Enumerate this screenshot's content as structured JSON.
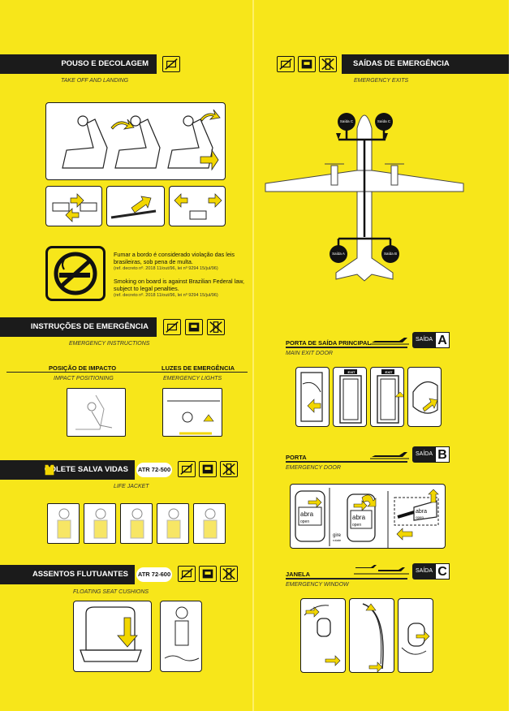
{
  "colors": {
    "card_yellow": "#f7e61a",
    "bar_black": "#1b1b1b",
    "white": "#ffffff",
    "arrow_yellow": "#f2d600"
  },
  "takeoff": {
    "title": "POUSO E DECOLAGEM",
    "subtitle": "TAKE OFF AND LANDING"
  },
  "smoking": {
    "pt_text": "Fumar a bordo é considerado violação das leis brasileiras, sob pena de multa.",
    "pt_ref": "(ref. decreto nº. 2018 11/out/96, lei nº 9294 15/jul/96)",
    "en_text": "Smoking on board is against Brazilian Federal law, subject to legal penalties.",
    "en_ref": "(ref. decreto nº. 2018 11/out/96, lei nº 9294 15/jul/96)"
  },
  "emergency": {
    "title": "INSTRUÇÕES DE EMERGÊNCIA",
    "subtitle": "EMERGENCY INSTRUCTIONS",
    "impact_title": "POSIÇÃO DE IMPACTO",
    "impact_sub": "IMPACT POSITIONING",
    "lights_title": "LUZES DE EMERGÊNCIA",
    "lights_sub": "EMERGENCY LIGHTS"
  },
  "lifejacket": {
    "title": "COLETE SALVA VIDAS",
    "model": "ATR 72-500",
    "subtitle": "LIFE JACKET"
  },
  "cushions": {
    "title": "ASSENTOS FLUTUANTES",
    "model": "ATR 72-600",
    "subtitle": "FLOATING SEAT CUSHIONS"
  },
  "exits": {
    "title": "SAÍDAS DE EMERGÊNCIA",
    "subtitle": "EMERGENCY EXITS",
    "plane_labels": {
      "top_left": "Saída C",
      "top_right": "Saída C",
      "bottom_left": "Saída A",
      "bottom_right": "Saída B"
    }
  },
  "exit_a": {
    "title": "PORTA DE SAÍDA PRINCIPAL",
    "subtitle": "MAIN EXIT DOOR",
    "badge": "SAÍDA",
    "letter": "A",
    "exit_sign": "EXIT"
  },
  "exit_b": {
    "title": "PORTA",
    "subtitle": "EMERGENCY DOOR",
    "badge": "SAÍDA",
    "letter": "B",
    "open_pt": "abra",
    "open_en": "open",
    "turn_pt": "gire",
    "turn_en": "rotate"
  },
  "exit_c": {
    "title": "JANELA",
    "subtitle": "EMERGENCY WINDOW",
    "badge": "SAÍDA",
    "letter": "C"
  }
}
